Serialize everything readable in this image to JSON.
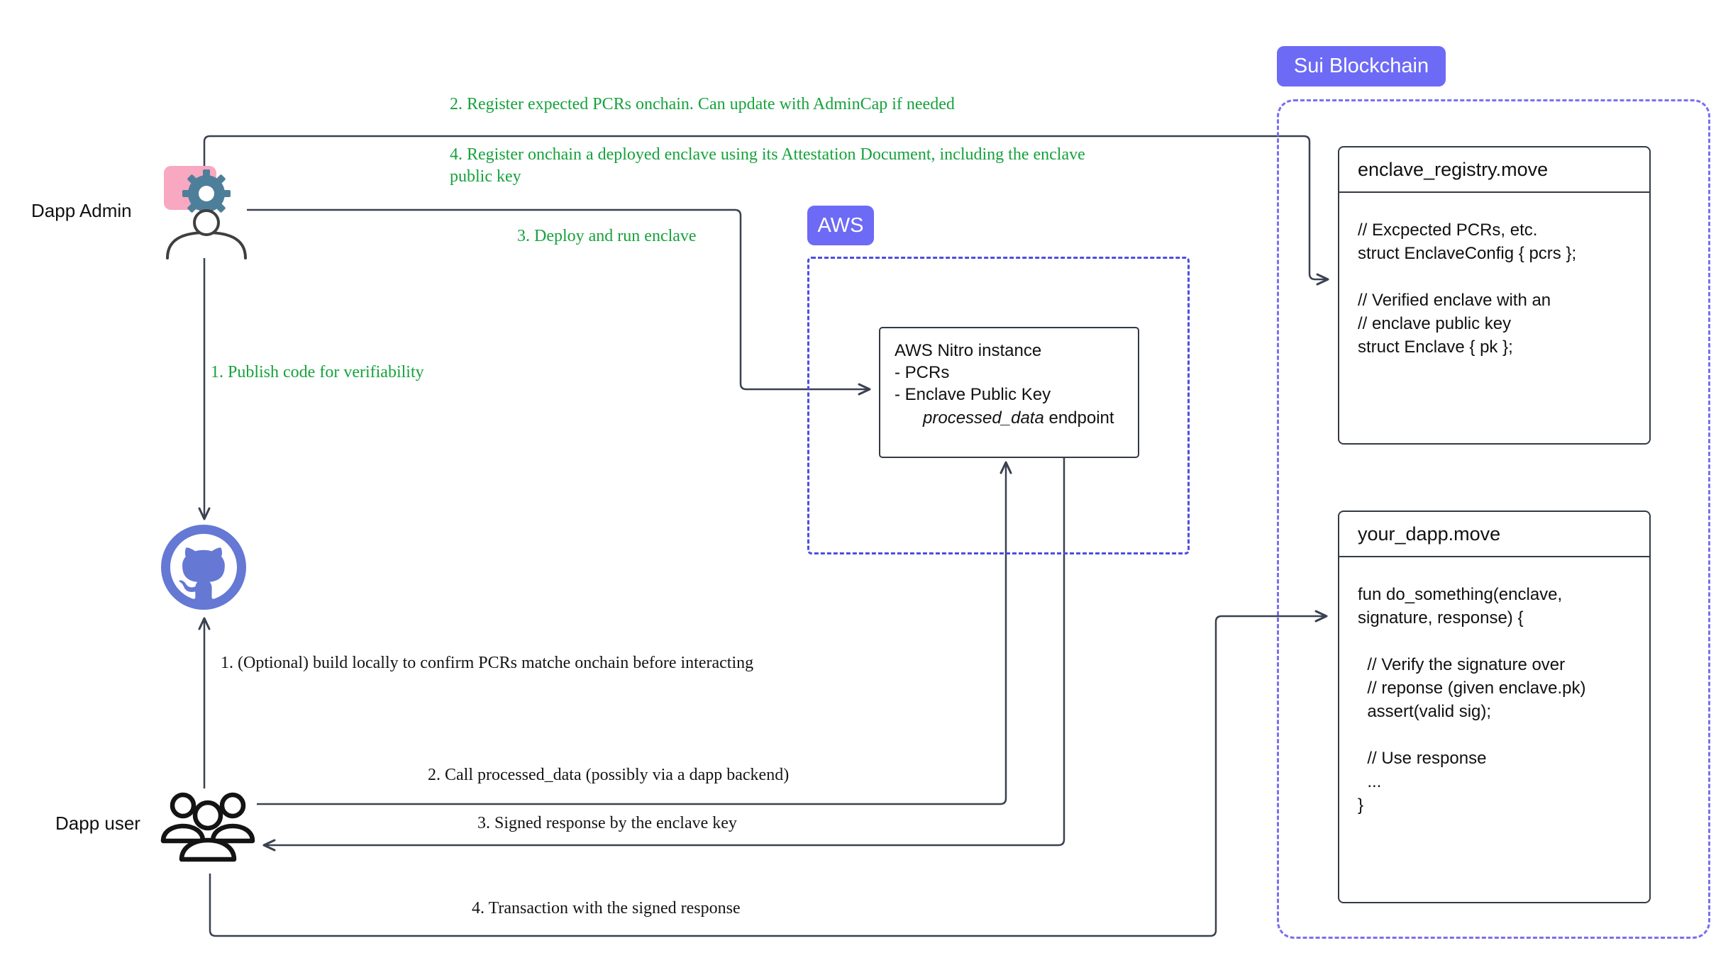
{
  "sui": {
    "badge": "Sui Blockchain",
    "enclave_registry": {
      "title": "enclave_registry.move",
      "code": [
        "// Excpected PCRs, etc.",
        "struct EnclaveConfig { pcrs };",
        "",
        "// Verified enclave with an",
        "// enclave public key",
        "struct Enclave { pk };"
      ]
    },
    "your_dapp": {
      "title": "your_dapp.move",
      "code": [
        "fun do_something(enclave,",
        "signature, response) {",
        "",
        "  // Verify the signature over",
        "  // reponse (given enclave.pk)",
        "  assert(valid sig);",
        "",
        "  // Use response",
        "  ...",
        "}"
      ]
    }
  },
  "aws": {
    "badge": "AWS",
    "nitro": {
      "lines": [
        "AWS Nitro instance",
        "- PCRs",
        "- Enclave Public Key"
      ],
      "endpoint_italic": "processed_data",
      "endpoint_rest": " endpoint"
    }
  },
  "admin": {
    "label": "Dapp Admin",
    "steps": {
      "s1": "1. Publish code for verifiability",
      "s2": "2. Register expected PCRs onchain. Can update with AdminCap if needed",
      "s3": "3. Deploy and run enclave",
      "s4": "4. Register onchain a deployed enclave using its Attestation Document, including the enclave public key"
    }
  },
  "user": {
    "label": "Dapp user",
    "steps": {
      "s1": "1. (Optional) build locally to confirm PCRs matche onchain before interacting",
      "s2": "2. Call processed_data (possibly via a dapp backend)",
      "s3": "3. Signed response by the enclave key",
      "s4": "4. Transaction with the signed response"
    }
  },
  "icons": {
    "github": "github-octocat-icon",
    "gear": "gear-icon",
    "admin_person": "person-icon",
    "user_group": "people-group-icon"
  },
  "colors": {
    "green_text": "#16a23c",
    "badge_purple": "#6d6af6",
    "sui_border": "#7b6ff0",
    "aws_border": "#4d4ddf",
    "arrow": "#3a4150",
    "box_border": "#333a45",
    "github_blue": "#6478d4",
    "gear_teal": "#4e7f9a",
    "pink_accent": "#f8a8c0"
  }
}
